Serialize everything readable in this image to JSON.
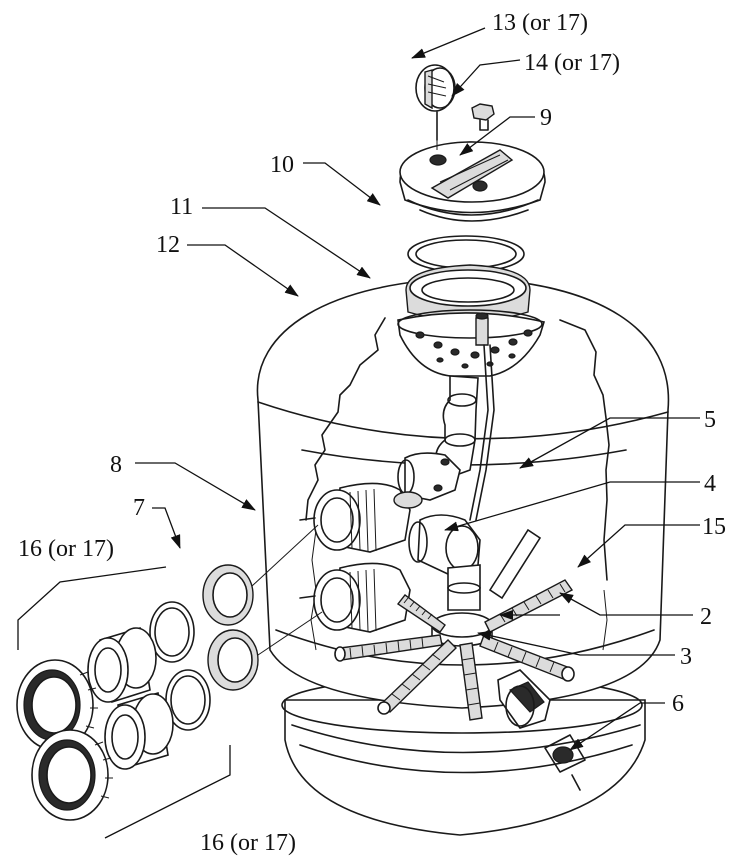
{
  "labels": {
    "l13": "13 (or 17)",
    "l14": "14 (or 17)",
    "l9": "9",
    "l10": "10",
    "l11": "11",
    "l12": "12",
    "l5": "5",
    "l4": "4",
    "l8": "8",
    "l7": "7",
    "l15": "15",
    "l16a": "16 (or 17)",
    "l2": "2",
    "l3": "3",
    "l6": "6",
    "l16b": "16 (or 17)"
  }
}
